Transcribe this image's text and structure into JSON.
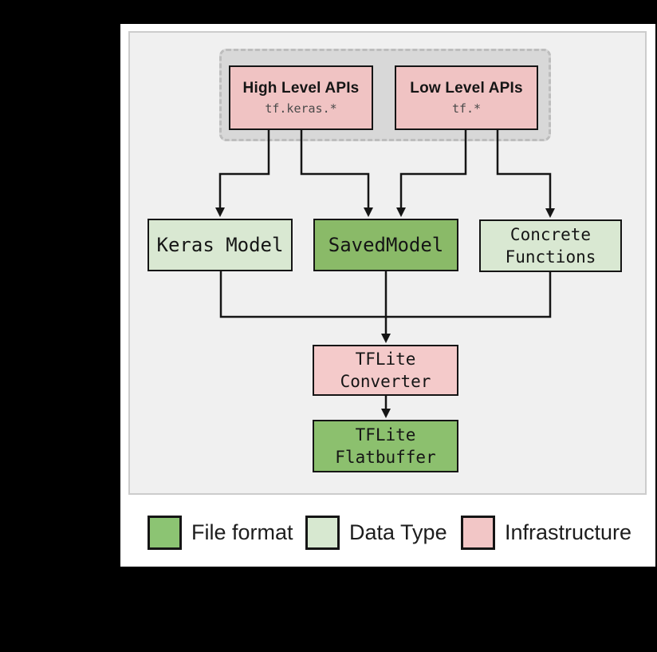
{
  "colors": {
    "canvas": "#000000",
    "panel": "#ffffff",
    "diagram_bg": "#f0f0f0",
    "diagram_border": "#cccccc",
    "group_bg": "#d8d8d8",
    "group_border": "#bdbdbd",
    "infrastructure": "#f0c3c3",
    "infrastructure_light": "#f4caca",
    "file_format": "#8aba68",
    "file_format_bright": "#8cc06e",
    "data_type": "#d9e8d2",
    "line": "#151515",
    "text": "#151515",
    "subtitle_text": "#4a4a4a"
  },
  "diagram": {
    "high_level_apis": {
      "title": "High Level APIs",
      "subtitle": "tf.keras.*"
    },
    "low_level_apis": {
      "title": "Low Level APIs",
      "subtitle": "tf.*"
    },
    "nodes": {
      "keras_model": {
        "label": "Keras Model"
      },
      "saved_model": {
        "label": "SavedModel"
      },
      "concrete_functions": {
        "label": "Concrete Functions"
      },
      "tflite_converter": {
        "label": "TFLite Converter"
      },
      "tflite_flatbuffer": {
        "label": "TFLite Flatbuffer"
      }
    }
  },
  "legend": {
    "items": [
      {
        "label": "File format",
        "color": "#8cc473"
      },
      {
        "label": "Data Type",
        "color": "#d7e8d0"
      },
      {
        "label": "Infrastructure",
        "color": "#f2c6c6"
      }
    ]
  }
}
